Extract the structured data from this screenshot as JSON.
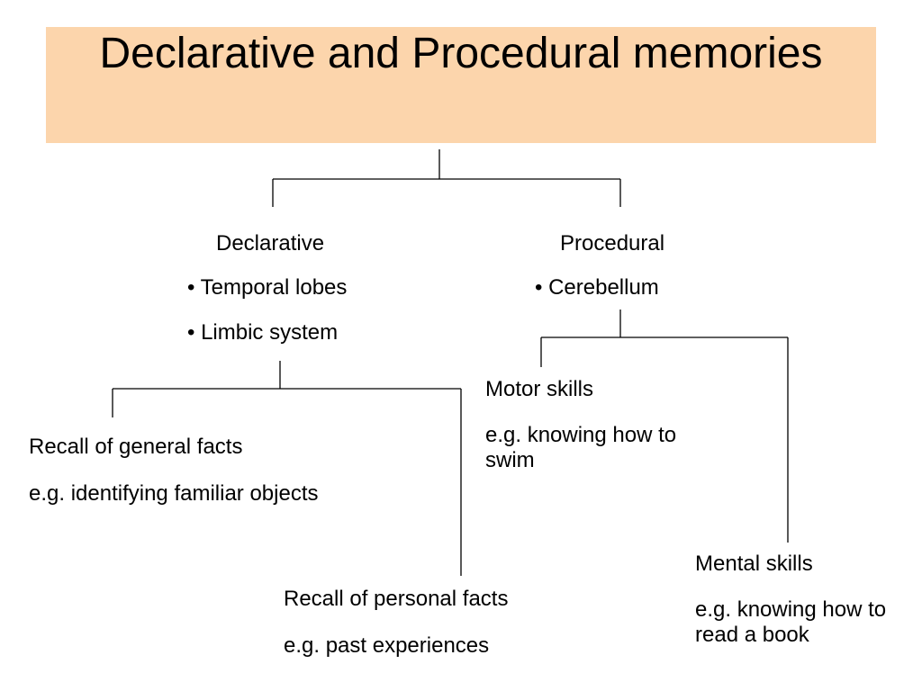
{
  "slide": {
    "title": "Declarative and Procedural memories",
    "colors": {
      "title_background": "#FCD5AC",
      "text": "#000000",
      "connector": "#000000"
    }
  },
  "declarative": {
    "label": "Declarative",
    "regions": [
      "• Temporal lobes",
      "• Limbic system"
    ]
  },
  "procedural": {
    "label": "Procedural",
    "regions": [
      "• Cerebellum"
    ]
  },
  "general_facts": {
    "label": "Recall of general facts",
    "example": "e.g. identifying familiar objects"
  },
  "personal_facts": {
    "label": "Recall of personal facts",
    "example": "e.g. past experiences"
  },
  "motor_skills": {
    "label": "Motor skills",
    "example": "e.g. knowing how to swim"
  },
  "mental_skills": {
    "label": "Mental skills",
    "example": "e.g. knowing how to read a book"
  }
}
